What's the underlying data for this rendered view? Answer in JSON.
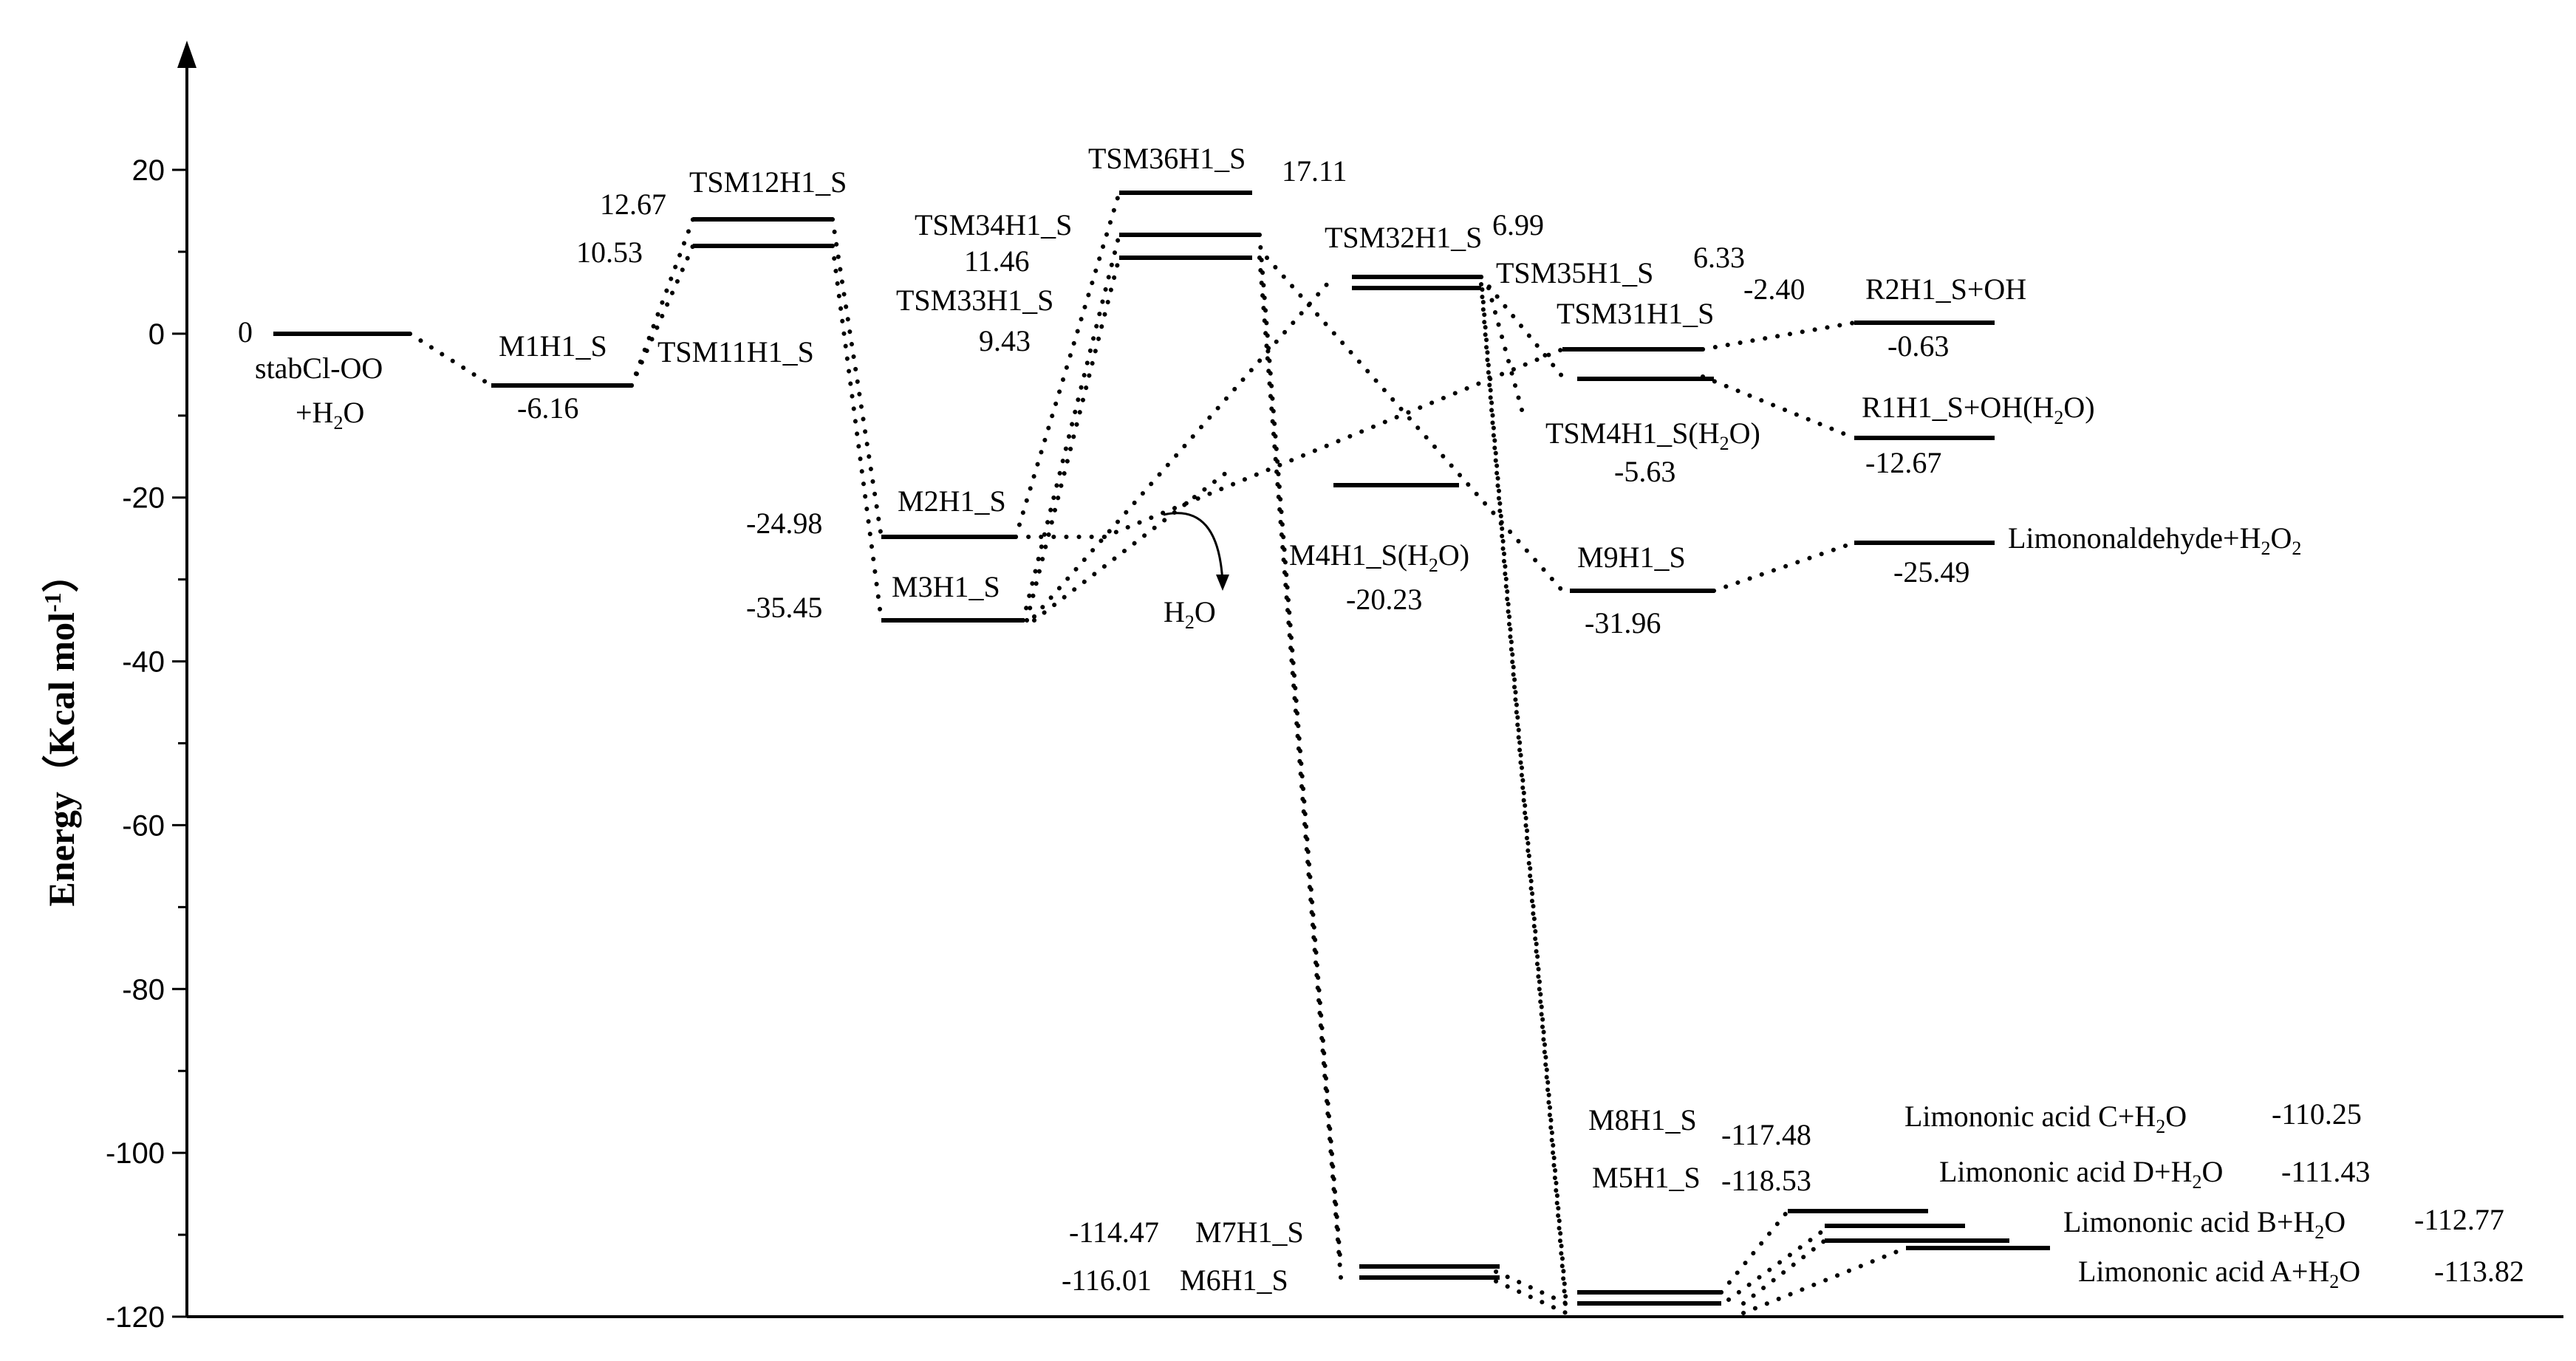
{
  "axis": {
    "title_main": "Energy",
    "title_unit_open": "（Kcal mol",
    "title_unit_sup": "-1",
    "title_unit_close": "）",
    "ymin": -120,
    "ymax": 20,
    "ticks": [
      "20",
      "0",
      "-20",
      "-40",
      "-60",
      "-80",
      "-100",
      "-120"
    ]
  },
  "labels": {
    "r0": "0",
    "stab": "stabCl-OO",
    "h2o_plus": "+H",
    "sub2": "2",
    "o": "O",
    "m1": "M1H1_S",
    "m1e": "-6.16",
    "tsm12": "TSM12H1_S",
    "tsm12e": "12.67",
    "tsm11": "TSM11H1_S",
    "tsm11e": "10.53",
    "m2": "M2H1_S",
    "m2e": "-24.98",
    "m3": "M3H1_S",
    "m3e": "-35.45",
    "tsm36": "TSM36H1_S",
    "tsm36e": "17.11",
    "tsm34": "TSM34H1_S",
    "tsm34e": "11.46",
    "tsm33": "TSM33H1_S",
    "tsm33e": "9.43",
    "h": "H",
    "tsm32": "TSM32H1_S",
    "tsm32e": "6.99",
    "tsm35": "TSM35H1_S",
    "tsm35e": "6.33",
    "m4": "M4H1_S(H",
    "close_paren": ")",
    "m4e": "-20.23",
    "tsm31": "TSM31H1_S",
    "tsm31e": "-2.40",
    "tsm4": "TSM4H1_S(H",
    "tsm4e": "-5.63",
    "m9": "M9H1_S",
    "m9e": "-31.96",
    "r2": "R2H1_S+OH",
    "r2e": "-0.63",
    "r1": "R1H1_S+OH(H",
    "r1e": "-12.67",
    "limald": "Limononaldehyde+H",
    "limalde": "-25.49",
    "m7e": "-114.47",
    "m7": "M7H1_S",
    "m6e": "-116.01",
    "m6": "M6H1_S",
    "m8": "M8H1_S",
    "m8e": "-117.48",
    "m5": "M5H1_S",
    "m5e": "-118.53",
    "limc": "Limononic acid C+H",
    "limce": "-110.25",
    "limd": "Limononic acid D+H",
    "limde": "-111.43",
    "limb": "Limononic acid B+H",
    "limbe": "-112.77",
    "lima": "Limononic acid A+H",
    "limae": "-113.82"
  }
}
